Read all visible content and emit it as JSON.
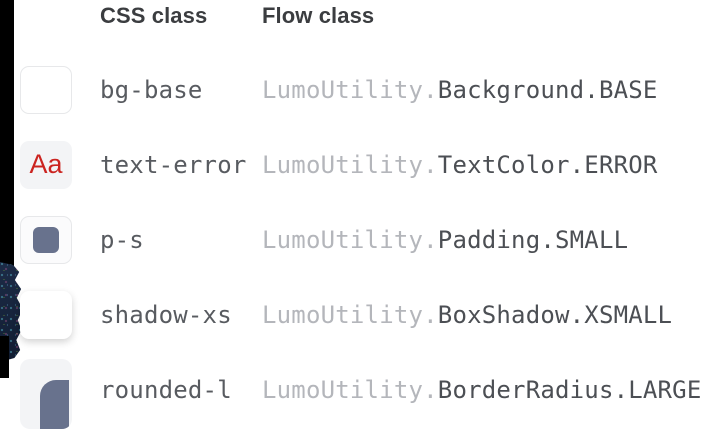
{
  "header": {
    "css_class": "CSS class",
    "flow_class": "Flow class"
  },
  "rows": [
    {
      "css": "bg-base",
      "flow_prefix": "LumoUtility.",
      "flow_main": "Background.BASE",
      "preview": "white background sample"
    },
    {
      "css": "text-error",
      "flow_prefix": "LumoUtility.",
      "flow_main": "TextColor.ERROR",
      "preview": "red text sample",
      "sample_text": "Aa"
    },
    {
      "css": "p-s",
      "flow_prefix": "LumoUtility.",
      "flow_main": "Padding.SMALL",
      "preview": "small padding sample"
    },
    {
      "css": "shadow-xs",
      "flow_prefix": "LumoUtility.",
      "flow_main": "BoxShadow.XSMALL",
      "preview": "extra-small box shadow sample"
    },
    {
      "css": "rounded-l",
      "flow_prefix": "LumoUtility.",
      "flow_main": "BorderRadius.LARGE",
      "preview": "large border radius sample"
    }
  ],
  "colors": {
    "error-red": "#cb2420",
    "slate": "#68728d",
    "swatch-gray": "#f3f4f6",
    "swatch-border": "#e7e8ea",
    "header-text": "#3b3d40",
    "code-text": "#585b60",
    "code-dark": "#4c4f54",
    "code-muted": "#b4b6bb"
  }
}
